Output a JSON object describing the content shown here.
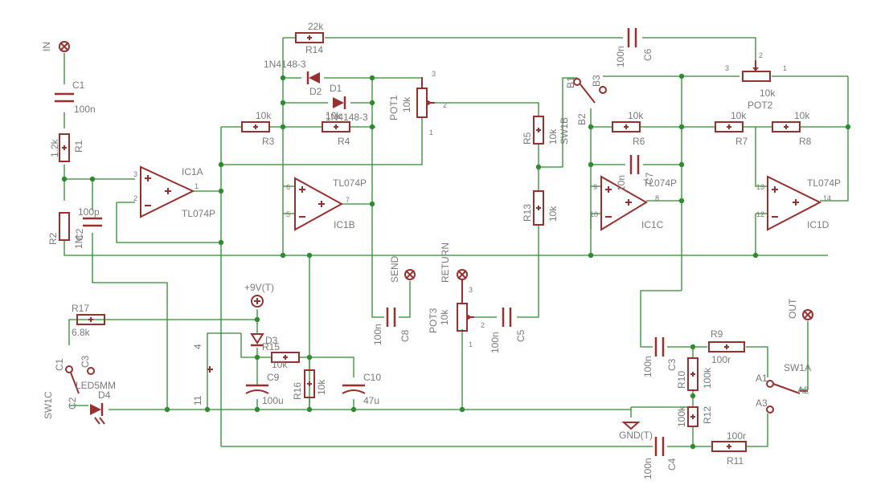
{
  "labels": {
    "in": "IN",
    "out": "OUT",
    "send": "SEND",
    "return": "RETURN",
    "vcc": "+9V(T)",
    "gnd": "GND(T)",
    "c1": "C1",
    "c1v": "100n",
    "c2": "C2",
    "c2v": "100p",
    "c3": "C3",
    "c3v": "100n",
    "c4": "C4",
    "c4v": "100n",
    "c5": "C5",
    "c5v": "100n",
    "c6": "C6",
    "c6v": "100n",
    "c7": "C7",
    "c7v": "10n",
    "c8": "C8",
    "c8v": "100n",
    "c9": "C9",
    "c9v": "100u",
    "c10": "C10",
    "c10v": "47u",
    "r1": "R1",
    "r1v": "1.2k",
    "r2": "R2",
    "r2v": "1M",
    "r3": "R3",
    "r3v": "10k",
    "r4": "R4",
    "r4v": "10k",
    "r5": "R5",
    "r5v": "10k",
    "r6": "R6",
    "r6v": "10k",
    "r7": "R7",
    "r7v": "10k",
    "r8": "R8",
    "r8v": "10k",
    "r9": "R9",
    "r9v": "100r",
    "r10": "R10",
    "r10v": "100k",
    "r11": "R11",
    "r11v": "100r",
    "r12": "R12",
    "r12v": "100k",
    "r13": "R13",
    "r13v": "10k",
    "r14": "R14",
    "r14v": "22k",
    "r15": "R15",
    "r15v": "10k",
    "r16": "R16",
    "r16v": "10k",
    "r17": "R17",
    "r17v": "6.8k",
    "d1": "D1",
    "d1v": "1N4148-3",
    "d2": "D2",
    "d2v": "1N4148-3",
    "d3": "D3",
    "d4": "D4",
    "d4v": "LED5MM",
    "ic1a": "IC1A",
    "ic1b": "IC1B",
    "ic1c": "IC1C",
    "ic1d": "IC1D",
    "opamp": "TL074P",
    "pot1": "POT1",
    "pot1v": "10k",
    "pot2": "POT2",
    "pot2v": "10k",
    "pot3": "POT3",
    "pot3v": "10k",
    "sw1a": "SW1A",
    "sw1b": "SW1B",
    "sw1c": "SW1C",
    "a1": "A1",
    "a2": "A2",
    "a3": "A3",
    "b1": "B1",
    "b2": "B2",
    "b3": "B3",
    "s_c1": "C1",
    "s_c2": "C2",
    "s_c3": "C3",
    "pin1": "1",
    "pin2": "2",
    "pin3": "3",
    "pin4": "4",
    "pin5": "5",
    "pin6": "6",
    "pin7": "7",
    "pin8": "8",
    "pin9": "9",
    "pin10": "10",
    "pin11": "11",
    "pin12": "12",
    "pin13": "13",
    "pin14": "14",
    "plus": "+",
    "minus": "-"
  },
  "colors": {
    "wire": "#2e8b2e",
    "part": "#9a2f2f",
    "text": "#7a7a7a"
  }
}
